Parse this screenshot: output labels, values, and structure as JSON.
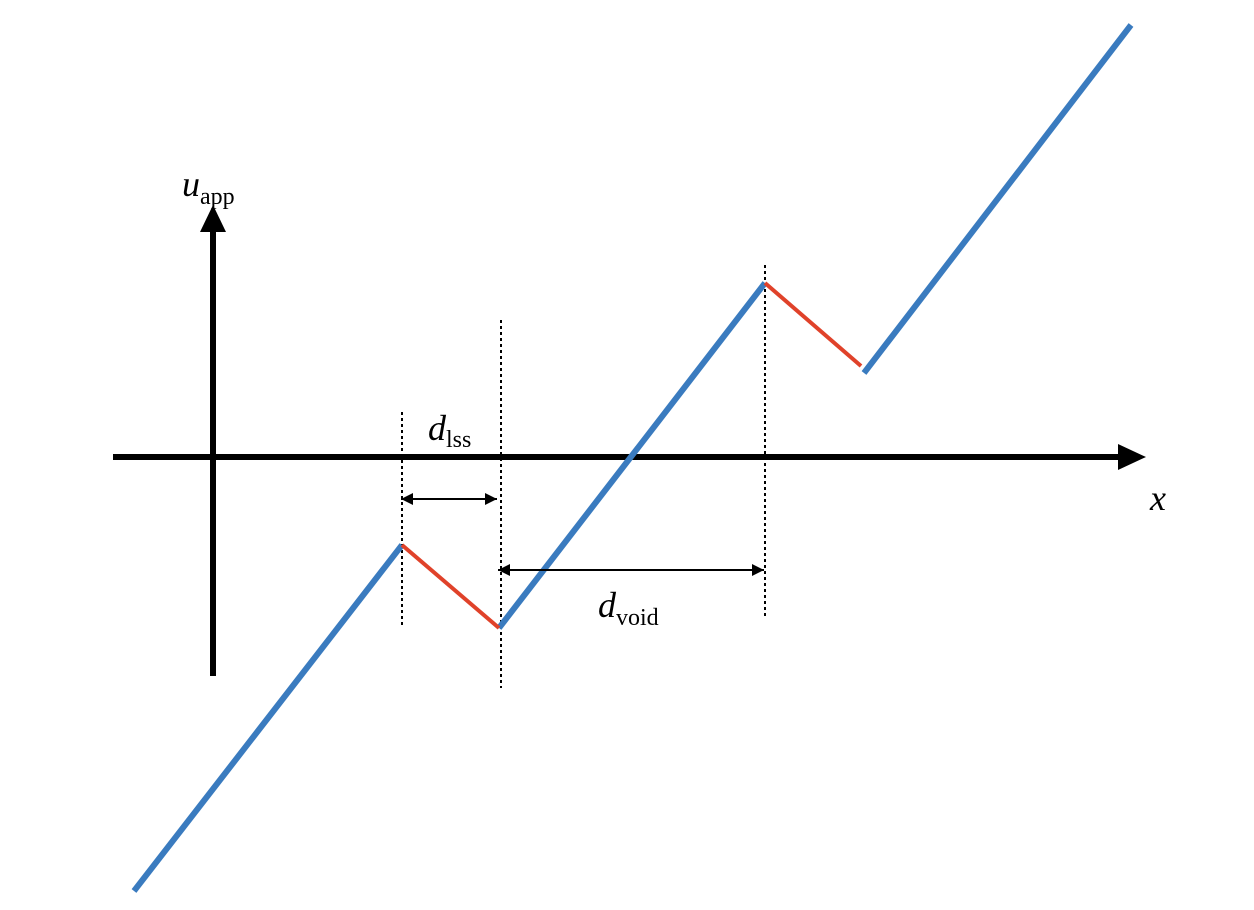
{
  "labels": {
    "y_axis": {
      "main": "u",
      "sub": "app"
    },
    "x_axis": {
      "main": "x"
    },
    "d_lss": {
      "main": "d",
      "sub": "lss"
    },
    "d_void": {
      "main": "d",
      "sub": "void"
    }
  },
  "colors": {
    "axis": "#000000",
    "linear_segment": "#3a7bbf",
    "drop_segment": "#e0422a",
    "guide": "#000000"
  }
}
